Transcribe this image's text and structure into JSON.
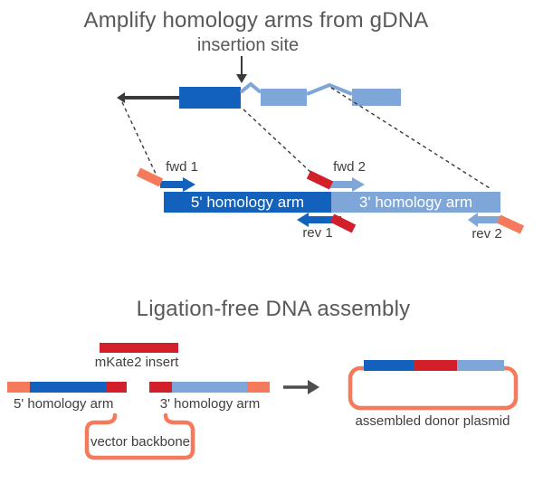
{
  "colors": {
    "dark_blue": "#1261BD",
    "light_blue": "#7EA6D9",
    "red": "#D2202A",
    "orange": "#F5795B",
    "title_gray": "#595959",
    "label_gray": "#3F3F3F",
    "line_black": "#3A3A3A",
    "arrow_gray": "#4D4D4D"
  },
  "section_amplify": {
    "title": "Amplify homology arms from gDNA",
    "insertion_site_label": "insertion site",
    "five_prime_arm": "5' homology arm",
    "three_prime_arm": "3' homology arm",
    "primers": {
      "fwd1": "fwd 1",
      "fwd2": "fwd 2",
      "rev1": "rev 1",
      "rev2": "rev 2"
    }
  },
  "section_assembly": {
    "title": "Ligation-free DNA assembly",
    "insert_label": "mKate2 insert",
    "five_prime_arm_label": "5' homology arm",
    "three_prime_arm_label": "3' homology arm",
    "vector_label": "vector backbone",
    "plasmid_label": "assembled donor plasmid"
  }
}
